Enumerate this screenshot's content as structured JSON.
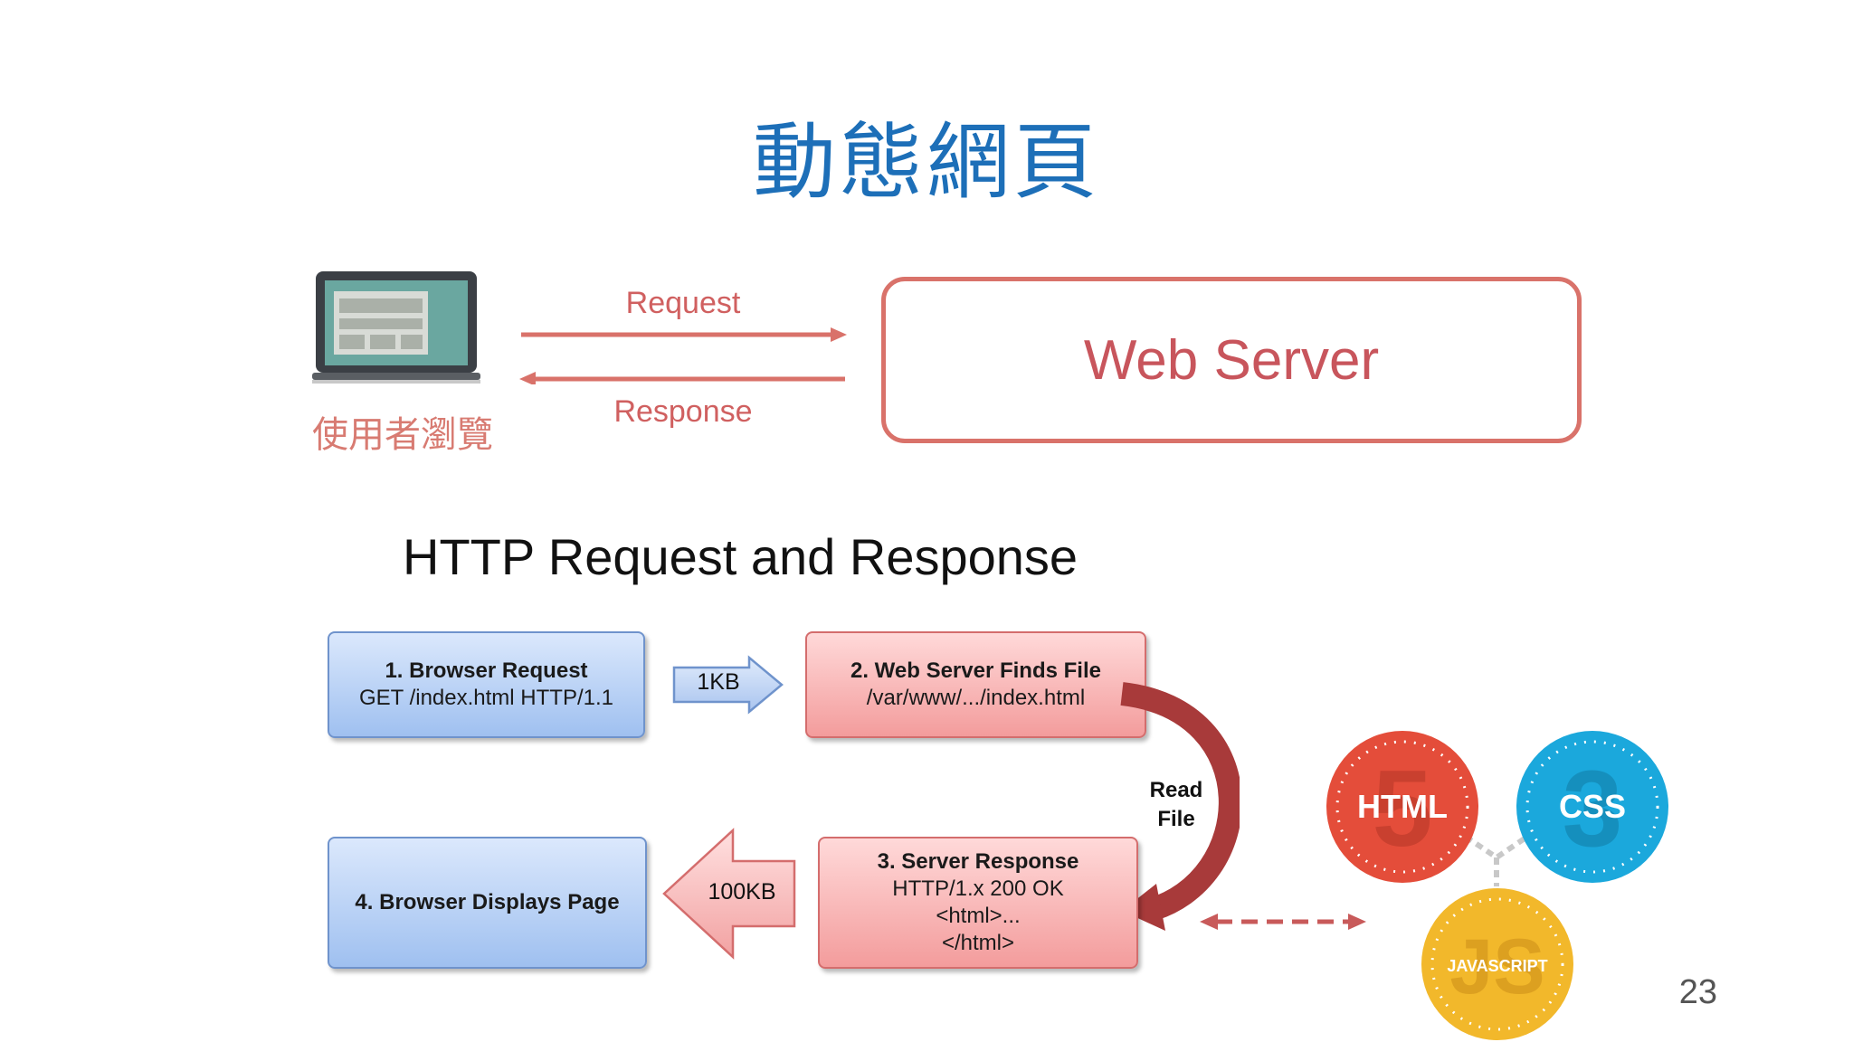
{
  "slide": {
    "title": "動態網頁",
    "page_number": "23"
  },
  "top_diagram": {
    "client_label": "使用者瀏覽",
    "request_label": "Request",
    "response_label": "Response",
    "server_label": "Web Server"
  },
  "http_diagram": {
    "title": "HTTP Request and Response",
    "steps": [
      {
        "heading": "1. Browser Request",
        "lines": [
          "GET /index.html HTTP/1.1"
        ]
      },
      {
        "heading": "2. Web Server Finds File",
        "lines": [
          "/var/www/.../index.html"
        ]
      },
      {
        "heading": "3. Server Response",
        "lines": [
          "HTTP/1.x 200 OK",
          "<html>...",
          "</html>"
        ]
      },
      {
        "heading": "4. Browser Displays Page",
        "lines": []
      }
    ],
    "request_size": "1KB",
    "response_size": "100KB",
    "read_file_line1": "Read",
    "read_file_line2": "File"
  },
  "tech_badges": {
    "html": "HTML",
    "html_number": "5",
    "css": "CSS",
    "css_number": "3",
    "js": "JAVASCRIPT",
    "js_mark": "JS"
  },
  "colors": {
    "title_blue": "#1d6fb8",
    "server_red": "#d9726a",
    "html_badge": "#e44d3a",
    "css_badge": "#1ba8dc",
    "js_badge": "#f2b82b"
  }
}
